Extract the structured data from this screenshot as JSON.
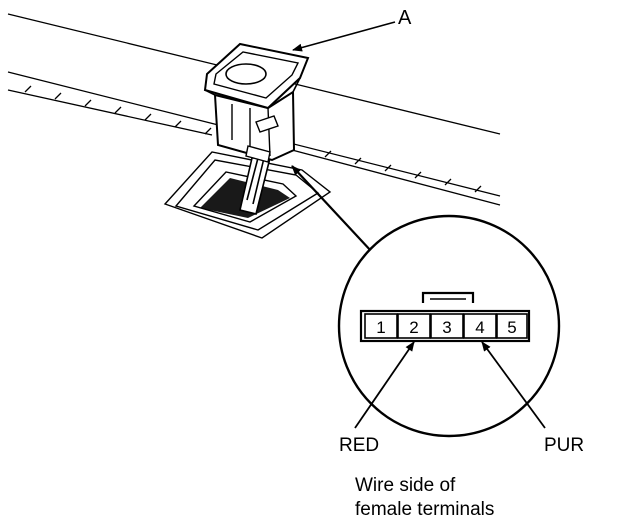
{
  "diagram": {
    "callout_a": "A",
    "pins": [
      "1",
      "2",
      "3",
      "4",
      "5"
    ],
    "wire_red": "RED",
    "wire_pur": "PUR",
    "caption_line1": "Wire side of",
    "caption_line2": "female terminals"
  },
  "colors": {
    "line": "#000000",
    "background": "#ffffff"
  }
}
